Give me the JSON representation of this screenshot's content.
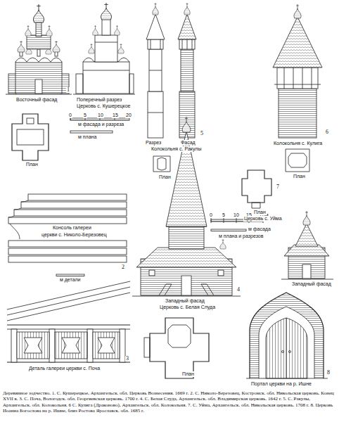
{
  "diagram": {
    "caption": "Деревянное зодчество. 1. С. Кушерецкое, Архангельск. обл. Церковь Вознесения. 1669 г. 2. С. Николо-Березовец, Костромск. обл. Никольская церковь. Конец XVII в. 3. С. Поча, Вологодск. обл. Георгиевская церковь. 1700 г. 4. С. Белая Слуда, Архангельск. обл. Владимирская церковь. 1642 г. 5. С. Ракулы, Архангельск. обл. Колокольня. 6 С. Кулига (Драконово), Архангельск. обл. Колокольня. 7. С. Уйма, Архангельск. обл. Никольская церковь. 1708 г. 8. Церковь Иоанна Богослова на р. Ишне, близ Ростова Ярославск. обл. 1685 г.",
    "labels": [
      "1",
      "Восточный фасад",
      "Поперечный разрез",
      "Церковь с. Кушерецкое",
      "План",
      "0",
      "5",
      "10",
      "15",
      "20",
      "м фасада и разреза",
      "м плана",
      "Разрез",
      "Фасад",
      "Колокольня с. Ракулы",
      "План",
      "5",
      "Колокольня с. Кулига",
      "План",
      "6",
      "Консоль галереи",
      "церкви с. Николо-Березовец",
      "2",
      "м детали",
      "Деталь галереи церкви с. Поча",
      "3",
      "Западный фасад",
      "Церковь с. Белая Слуда",
      "План",
      "4",
      "0",
      "5",
      "10",
      "15",
      "20м",
      "м фасада",
      "м плана и разрезов",
      "План",
      "Церковь с. Уйма",
      "7",
      "Западный фасад",
      "Портал церкви на р. Ишне",
      "8"
    ]
  }
}
